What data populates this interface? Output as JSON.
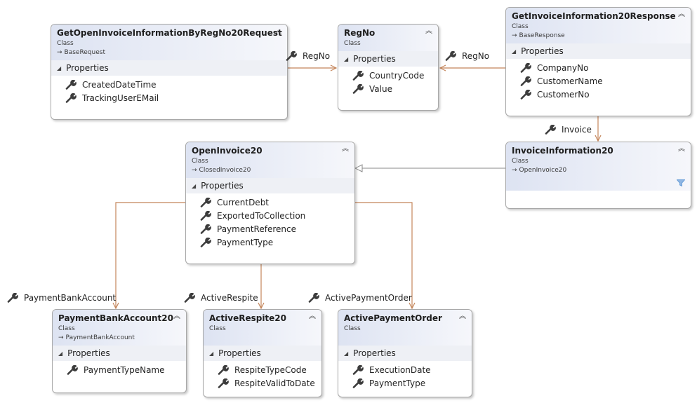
{
  "diagram": {
    "classes": [
      {
        "id": "req",
        "name": "GetOpenInvoiceInformationByRegNo20Request",
        "kind": "Class",
        "base": "BaseRequest",
        "section": "Properties",
        "properties": [
          "CreatedDateTime",
          "TrackingUserEMail"
        ]
      },
      {
        "id": "regno",
        "name": "RegNo",
        "kind": "Class",
        "base": null,
        "section": "Properties",
        "properties": [
          "CountryCode",
          "Value"
        ]
      },
      {
        "id": "resp",
        "name": "GetInvoiceInformation20Response",
        "kind": "Class",
        "base": "BaseResponse",
        "section": "Properties",
        "properties": [
          "CompanyNo",
          "CustomerName",
          "CustomerNo"
        ]
      },
      {
        "id": "open",
        "name": "OpenInvoice20",
        "kind": "Class",
        "base": "ClosedInvoice20",
        "section": "Properties",
        "properties": [
          "CurrentDebt",
          "ExportedToCollection",
          "PaymentReference",
          "PaymentType"
        ]
      },
      {
        "id": "info",
        "name": "InvoiceInformation20",
        "kind": "Class",
        "base": "OpenInvoice20",
        "section": null,
        "properties": []
      },
      {
        "id": "pba",
        "name": "PaymentBankAccount20",
        "kind": "Class",
        "base": "PaymentBankAccount",
        "section": "Properties",
        "properties": [
          "PaymentTypeName"
        ]
      },
      {
        "id": "ar",
        "name": "ActiveRespite20",
        "kind": "Class",
        "base": null,
        "section": "Properties",
        "properties": [
          "RespiteTypeCode",
          "RespiteValidToDate"
        ]
      },
      {
        "id": "apo",
        "name": "ActivePaymentOrder",
        "kind": "Class",
        "base": null,
        "section": "Properties",
        "properties": [
          "ExecutionDate",
          "PaymentType"
        ]
      }
    ],
    "associations": [
      {
        "label": "RegNo",
        "from": "req",
        "to": "regno"
      },
      {
        "label": "RegNo",
        "from": "resp",
        "to": "regno"
      },
      {
        "label": "Invoice",
        "from": "resp",
        "to": "info"
      },
      {
        "label": "PaymentBankAccount",
        "from": "open",
        "to": "pba"
      },
      {
        "label": "ActiveRespite",
        "from": "open",
        "to": "ar"
      },
      {
        "label": "ActivePaymentOrder",
        "from": "open",
        "to": "apo"
      }
    ],
    "inheritance": [
      {
        "from": "info",
        "to": "open"
      }
    ],
    "colors": {
      "association": "#c4855a",
      "inheritance": "#8a8a8a",
      "header_start": "#dde3f2",
      "section_bg": "#eef0f5",
      "border": "#a8a8a8",
      "filter": "#6a9fd8"
    },
    "icons": {
      "collapse": "double-chevron-up-icon",
      "property": "wrench-icon",
      "section_toggle": "triangle-down-icon",
      "base_arrow": "arrow-right-icon",
      "filter": "filter-icon"
    }
  }
}
